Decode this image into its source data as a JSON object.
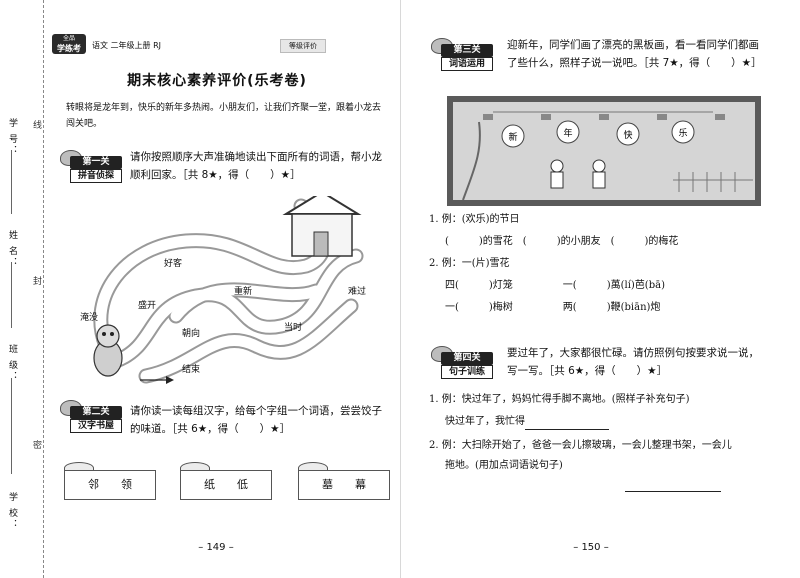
{
  "left": {
    "binding": {
      "school_label": "学 校：",
      "class_label": "班 级：",
      "name_label": "姓 名：",
      "id_label": "学 号：",
      "cut_marks": [
        "线",
        "封",
        "密"
      ]
    },
    "header": {
      "logo_top": "全品",
      "logo_main": "学练考",
      "meta": "语文   二年级上册   RJ",
      "tag": "等级评价"
    },
    "title": "期末核心素养评价(乐考卷)",
    "intro": "转眼将是龙年到，快乐的新年多热闹。小朋友们，让我们齐聚一堂，跟着小龙去闯关吧。",
    "level1": {
      "level": "第一关",
      "name": "拼音侦探",
      "question": "请你按照顺序大声准确地读出下面所有的词语，帮小龙顺利回家。［共 8★，得（　　）★］",
      "words": [
        "好客",
        "重新",
        "难过",
        "盛开",
        "淹没",
        "朝向",
        "当时",
        "结束"
      ]
    },
    "level2": {
      "level": "第二关",
      "name": "汉字书屋",
      "question": "请你读一读每组汉字，给每个字组一个词语，尝尝饺子的味道。［共 6★，得（　　）★］",
      "pairs": [
        "邻领",
        "纸低",
        "墓幕"
      ]
    },
    "page_number": "– 149 –"
  },
  "right": {
    "level3": {
      "level": "第三关",
      "name": "词语运用",
      "question": "迎新年，同学们画了漂亮的黑板画，看一看同学们都画了些什么，照样子说一说吧。［共 7★，得（　　）★］",
      "board_chars": [
        "新",
        "年",
        "快",
        "乐"
      ],
      "items": [
        "1.  例：(欢乐)的节日",
        "(　　　)的雪花　(　　　)的小朋友　(　　　)的梅花",
        "2.  例：一(片)雪花",
        "四(　　　)灯笼　　　　　一(　　　)萬(lí)芭(bā)",
        "一(　　　)梅树　　　　　两(　　　)鞭(biān)炮"
      ]
    },
    "level4": {
      "level": "第四关",
      "name": "句子训练",
      "question": "要过年了，大家都很忙碌。请仿照例句按要求说一说，写一写。［共 6★，得（　　）★］",
      "item1_a": "1.  例：快过年了，妈妈忙得手脚不离地。(照样子补充句子)",
      "item1_b": "快过年了，我忙得",
      "item2_a": "2.  例：大扫除开始了，爸爸一会儿擦玻璃，一会儿整理书架，一会儿",
      "item2_b": "拖地。(用加点词语说句子)"
    },
    "page_number": "– 150 –"
  }
}
